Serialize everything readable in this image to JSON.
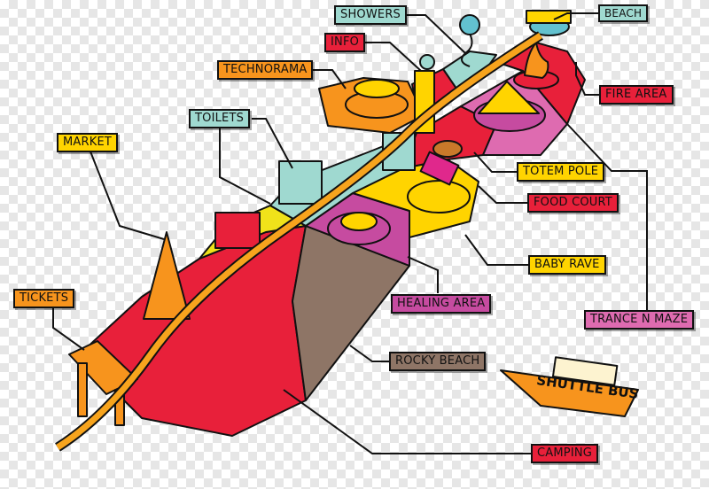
{
  "labels": {
    "showers": "SHOWERS",
    "info": "INFO",
    "beach": "BEACH",
    "technorama": "TECHNORAMA",
    "fire_area": "FIRE AREA",
    "toilets": "TOILETS",
    "market": "MARKET",
    "totem_pole": "TOTEM POLE",
    "food_court": "FOOD COURT",
    "baby_rave": "BABY RAVE",
    "tickets": "TICKETS",
    "healing_area": "HEALING AREA",
    "trance_n_maze": "TRANCE N MAZE",
    "rocky_beach": "ROCKY BEACH",
    "shuttle_bus": "SHUTTLE BUS",
    "camping": "CAMPING"
  },
  "colors": {
    "red": "#e8203a",
    "orange": "#f7941d",
    "yellow": "#ffd400",
    "teal": "#9fd9d0",
    "magenta": "#c64ba0",
    "pink": "#de6bb0",
    "brown": "#8e7566"
  }
}
